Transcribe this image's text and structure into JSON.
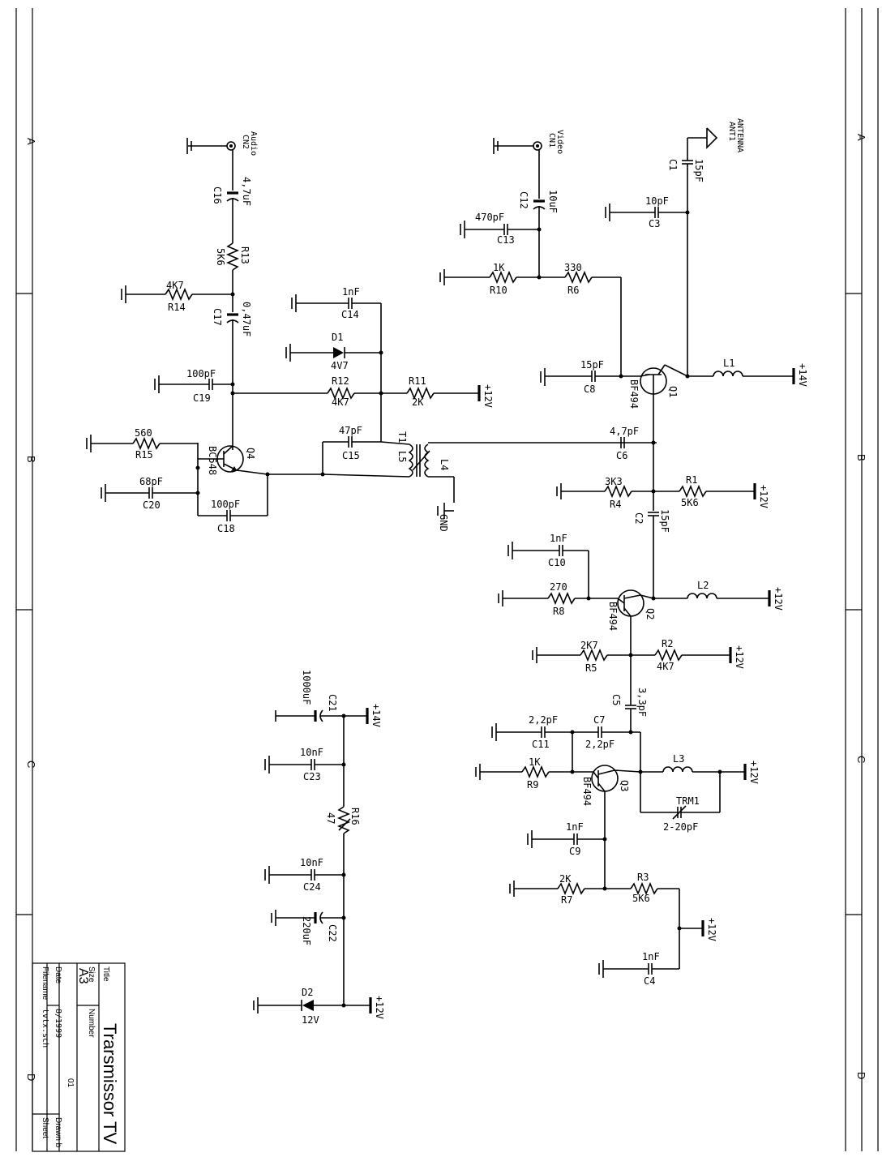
{
  "title_block": {
    "title_label": "Title",
    "title": "Trarsmissor TV",
    "size_label": "Size",
    "size": "A3",
    "number_label": "Number",
    "number": "01",
    "date_label": "Date",
    "date": "8/1999",
    "filename_label": "Filename",
    "filename": "tvtx.sch",
    "drawn_label": "Drawn b",
    "sheet_label": "Sheet"
  },
  "zones": {
    "a": "A",
    "b": "B",
    "c": "C",
    "d": "D"
  },
  "connectors": {
    "audio": {
      "ref": "CN2",
      "name": "Audio"
    },
    "video": {
      "ref": "CN1",
      "name": "Video"
    },
    "antenna": {
      "ref": "ANT1",
      "name": "ANTENNA"
    },
    "gnd": "GND"
  },
  "rails": {
    "v14": "+14V",
    "v12": "+12V"
  },
  "components": {
    "C16": {
      "ref": "C16",
      "value": "4,7uF"
    },
    "R13": {
      "ref": "R13",
      "value": "5K6"
    },
    "R14": {
      "ref": "R14",
      "value": "4K7"
    },
    "C17": {
      "ref": "C17",
      "value": "0,47uF"
    },
    "C19": {
      "ref": "C19",
      "value": "100pF"
    },
    "R12": {
      "ref": "R12",
      "value": "4K7"
    },
    "R11": {
      "ref": "R11",
      "value": "2K"
    },
    "C14": {
      "ref": "C14",
      "value": "1nF"
    },
    "D1": {
      "ref": "D1",
      "value": "4V7"
    },
    "C15": {
      "ref": "C15",
      "value": "47pF"
    },
    "T1": {
      "ref": "T1",
      "l5": "L5",
      "l4": "L4"
    },
    "Q4": {
      "ref": "Q4",
      "value": "BC548"
    },
    "R15": {
      "ref": "R15",
      "value": "560"
    },
    "C20": {
      "ref": "C20",
      "value": "68pF"
    },
    "C18": {
      "ref": "C18",
      "value": "100pF"
    },
    "C12": {
      "ref": "C12",
      "value": "10uF"
    },
    "C13": {
      "ref": "C13",
      "value": "470pF"
    },
    "R10": {
      "ref": "R10",
      "value": "1K"
    },
    "R6": {
      "ref": "R6",
      "value": "330"
    },
    "C3": {
      "ref": "C3",
      "value": "10pF"
    },
    "C1": {
      "ref": "C1",
      "value": "15pF"
    },
    "C8": {
      "ref": "C8",
      "value": "15pF"
    },
    "Q1": {
      "ref": "Q1",
      "value": "BF494"
    },
    "L1": {
      "ref": "L1"
    },
    "C6": {
      "ref": "C6",
      "value": "4,7pF"
    },
    "R4": {
      "ref": "R4",
      "value": "3K3"
    },
    "R1": {
      "ref": "R1",
      "value": "5K6"
    },
    "C2": {
      "ref": "C2",
      "value": "15pF"
    },
    "C10": {
      "ref": "C10",
      "value": "1nF"
    },
    "R8": {
      "ref": "R8",
      "value": "270"
    },
    "Q2": {
      "ref": "Q2",
      "value": "BF494"
    },
    "L2": {
      "ref": "L2"
    },
    "R5": {
      "ref": "R5",
      "value": "2K7"
    },
    "R2": {
      "ref": "R2",
      "value": "4K7"
    },
    "C5": {
      "ref": "C5",
      "value": "3,3pF"
    },
    "C11": {
      "ref": "C11",
      "value": "2,2pF"
    },
    "C7": {
      "ref": "C7",
      "value": "2,2pF"
    },
    "R9": {
      "ref": "R9",
      "value": "1K"
    },
    "Q3": {
      "ref": "Q3",
      "value": "BF494"
    },
    "L3": {
      "ref": "L3"
    },
    "TRM1": {
      "ref": "TRM1",
      "value": "2-20pF"
    },
    "C9": {
      "ref": "C9",
      "value": "1nF"
    },
    "R7": {
      "ref": "R7",
      "value": "2K"
    },
    "R3": {
      "ref": "R3",
      "value": "5K6"
    },
    "C4": {
      "ref": "C4",
      "value": "1nF"
    },
    "C21": {
      "ref": "C21",
      "value": "1000uF"
    },
    "C23": {
      "ref": "C23",
      "value": "10nF"
    },
    "R16": {
      "ref": "R16",
      "value": "47"
    },
    "C24": {
      "ref": "C24",
      "value": "10nF"
    },
    "C22": {
      "ref": "C22",
      "value": "220uF"
    },
    "D2": {
      "ref": "D2",
      "value": "12V"
    }
  }
}
